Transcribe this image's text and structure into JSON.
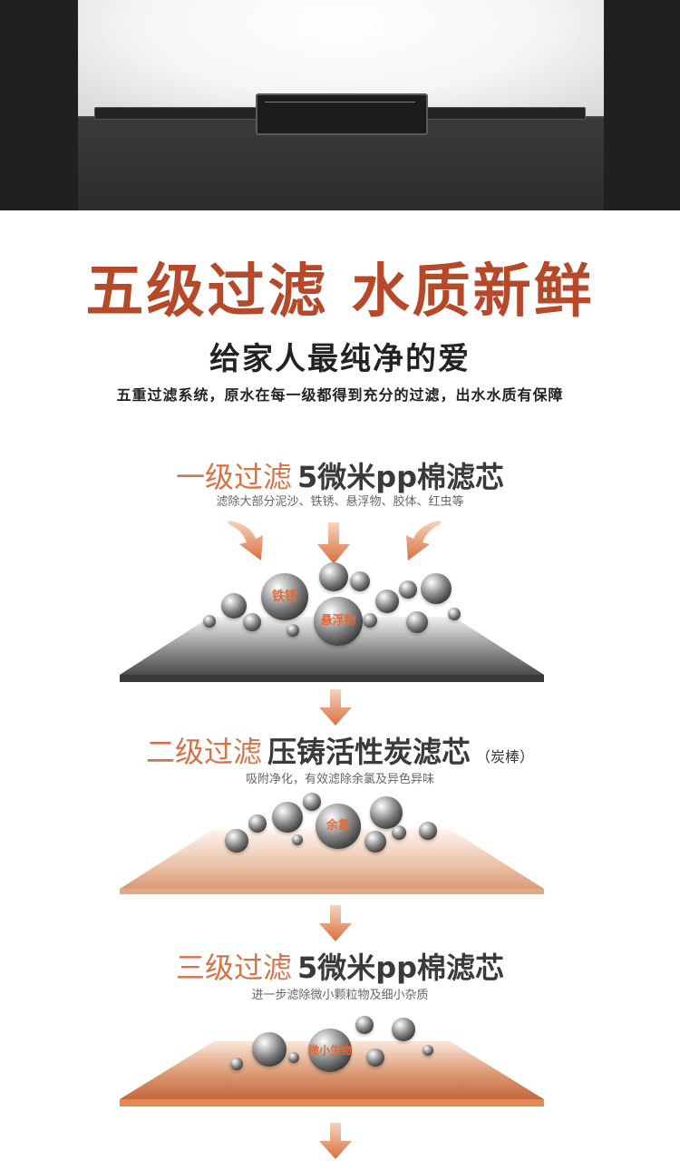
{
  "header": {
    "title": "五级过滤 水质新鲜",
    "subtitle": "给家人最纯净的爱",
    "description": "五重过滤系统，原水在每一级都得到充分的过滤，出水水质有保障"
  },
  "stages": [
    {
      "level": "一级过滤",
      "name": "5微米pp棉滤芯",
      "note": "",
      "description": "滤除大部分泥沙、铁锈、悬浮物、胶体、红虫等",
      "bubbles": [
        "铁锈",
        "悬浮物"
      ]
    },
    {
      "level": "二级过滤",
      "name": "压铸活性炭滤芯",
      "note": "（炭棒）",
      "description": "吸附净化，有效滤除余氯及异色异味",
      "bubbles": [
        "余氯"
      ]
    },
    {
      "level": "三级过滤",
      "name": "5微米pp棉滤芯",
      "note": "",
      "description": "进一步滤除微小颗粒物及细小杂质",
      "bubbles": [
        "微小生物"
      ]
    }
  ],
  "colors": {
    "title_red": "#b5492a",
    "level_orange": "#d67246",
    "arrow_orange": "#e08a5c",
    "plate_dark": "#6e6e6e",
    "plate_peach": "#e9b79c",
    "plate_copper": "#d2825a"
  }
}
